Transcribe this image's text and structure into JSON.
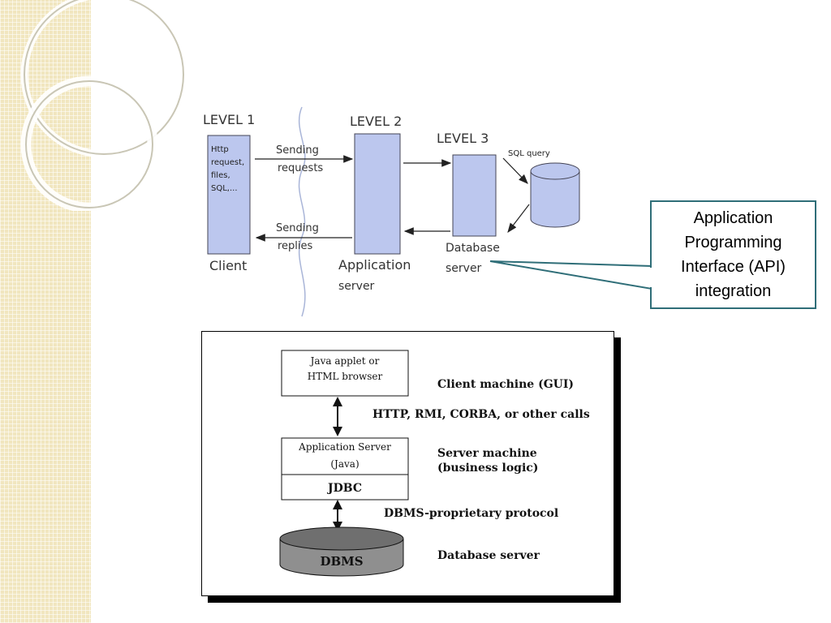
{
  "three_tier": {
    "level1_label": "LEVEL 1",
    "level2_label": "LEVEL 2",
    "level3_label": "LEVEL 3",
    "client_box_lines": [
      "Http",
      "request,",
      "files,",
      "SQL,..."
    ],
    "client_label": "Client",
    "sending_requests": [
      "Sending",
      "requests"
    ],
    "sending_replies": [
      "Sending",
      "replies"
    ],
    "app_server_label": [
      "Application",
      "server"
    ],
    "sql_query": "SQL query",
    "db_server_label": [
      "Database",
      "server"
    ]
  },
  "callout": {
    "lines": [
      "Application",
      "Programming",
      "Interface (API)",
      "integration"
    ]
  },
  "jdbc_diagram": {
    "client_box": [
      "Java applet or",
      "HTML browser"
    ],
    "client_machine": "Client machine (GUI)",
    "calls": "HTTP, RMI, CORBA, or other calls",
    "app_server_box": [
      "Application Server",
      "(Java)"
    ],
    "jdbc": "JDBC",
    "server_machine": [
      "Server machine",
      "(business logic)"
    ],
    "protocol": "DBMS-proprietary protocol",
    "dbms": "DBMS",
    "database_server": "Database server"
  },
  "colors": {
    "box_fill": "#bcc7ee",
    "callout_border": "#2f6e78",
    "strip": "#f1e6bf"
  }
}
